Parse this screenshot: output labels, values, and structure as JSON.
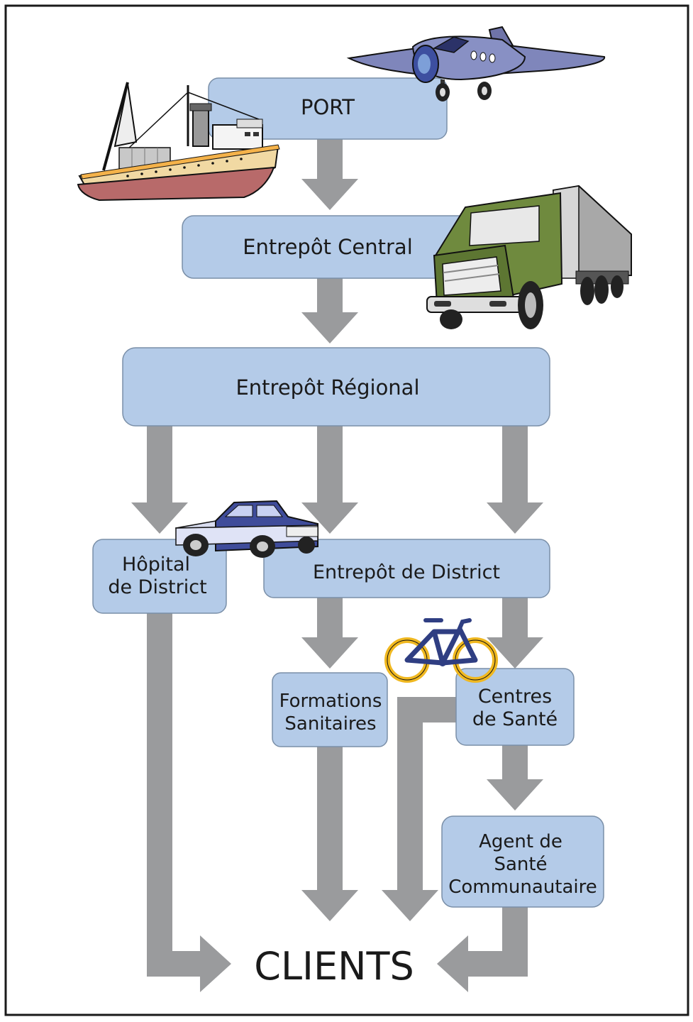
{
  "diagram": {
    "nodes": {
      "port": "PORT",
      "central": "Entrepôt Central",
      "regional": "Entrepôt Régional",
      "hopital_line1": "Hôpital",
      "hopital_line2": "de District",
      "district": "Entrepôt de District",
      "formations_line1": "Formations",
      "formations_line2": "Sanitaires",
      "centres_line1": "Centres",
      "centres_line2": "de Santé",
      "agent_line1": "Agent de",
      "agent_line2": "Santé",
      "agent_line3": "Communautaire",
      "clients": "CLIENTS"
    },
    "icons": [
      "ship-icon",
      "airplane-icon",
      "truck-icon",
      "pickup-truck-icon",
      "bicycle-icon"
    ],
    "colors": {
      "box_fill": "#b4cbe8",
      "box_stroke": "#7a8fa8",
      "arrow": "#9a9b9d",
      "frame": "#1a1a1a"
    }
  }
}
